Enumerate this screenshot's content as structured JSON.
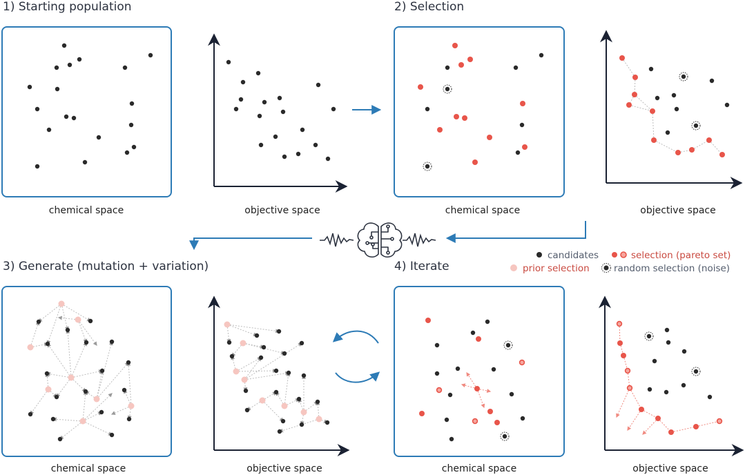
{
  "colors": {
    "frame": "#2d7bb6",
    "axis": "#1b2233",
    "candidate": "#2a2a2a",
    "selection": "#e8554a",
    "prior": "#f6c6c0",
    "arrow": "#2d7bb6",
    "legend_muted": "#555e6e",
    "legend_red": "#c94a40"
  },
  "panels": {
    "p1": {
      "title": "1) Starting population"
    },
    "p2": {
      "title": "2) Selection"
    },
    "p3": {
      "title": "3) Generate (mutation + variation)"
    },
    "p4": {
      "title": "4) Iterate"
    }
  },
  "captions": {
    "chemical": "chemical space",
    "objective": "objective space"
  },
  "legend": {
    "candidates": "candidates",
    "selection": "selection (pareto set)",
    "prior": "prior selection",
    "random": "random selection (noise)"
  },
  "icons": {
    "model": "brain-circuit-icon",
    "signal": "waveform-icon",
    "cycle": "cycle-arrows-icon"
  }
}
